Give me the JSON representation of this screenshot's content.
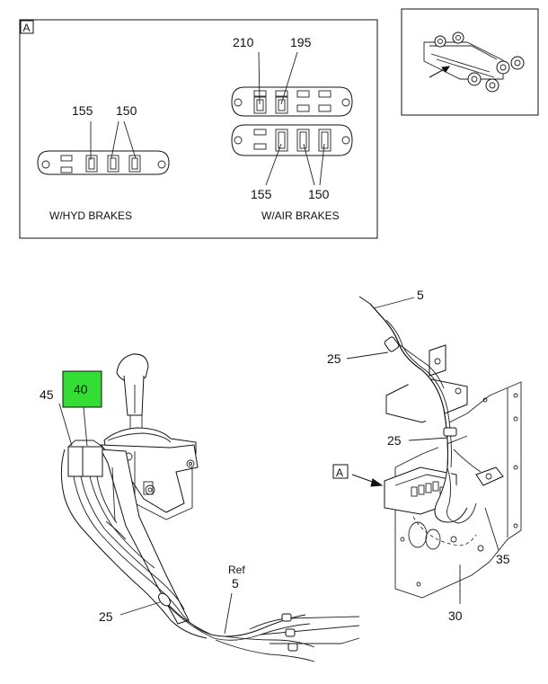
{
  "inset": {
    "tag": "A",
    "hyd": {
      "caption": "W/HYD BRAKES",
      "callouts": [
        "155",
        "150"
      ]
    },
    "air": {
      "caption": "W/AIR BRAKES",
      "callouts_top": [
        "210",
        "195"
      ],
      "callouts_bottom": [
        "155",
        "150"
      ]
    }
  },
  "main": {
    "callouts": {
      "c5_top": "5",
      "c25_upper": "25",
      "c25_mid": "25",
      "tag_a": "A",
      "c35": "35",
      "c30": "30",
      "c45": "45",
      "c40": "40",
      "c_ref": "Ref",
      "c5_ref": "5",
      "c25_lower": "25"
    },
    "highlight_color": "#33dd33"
  }
}
